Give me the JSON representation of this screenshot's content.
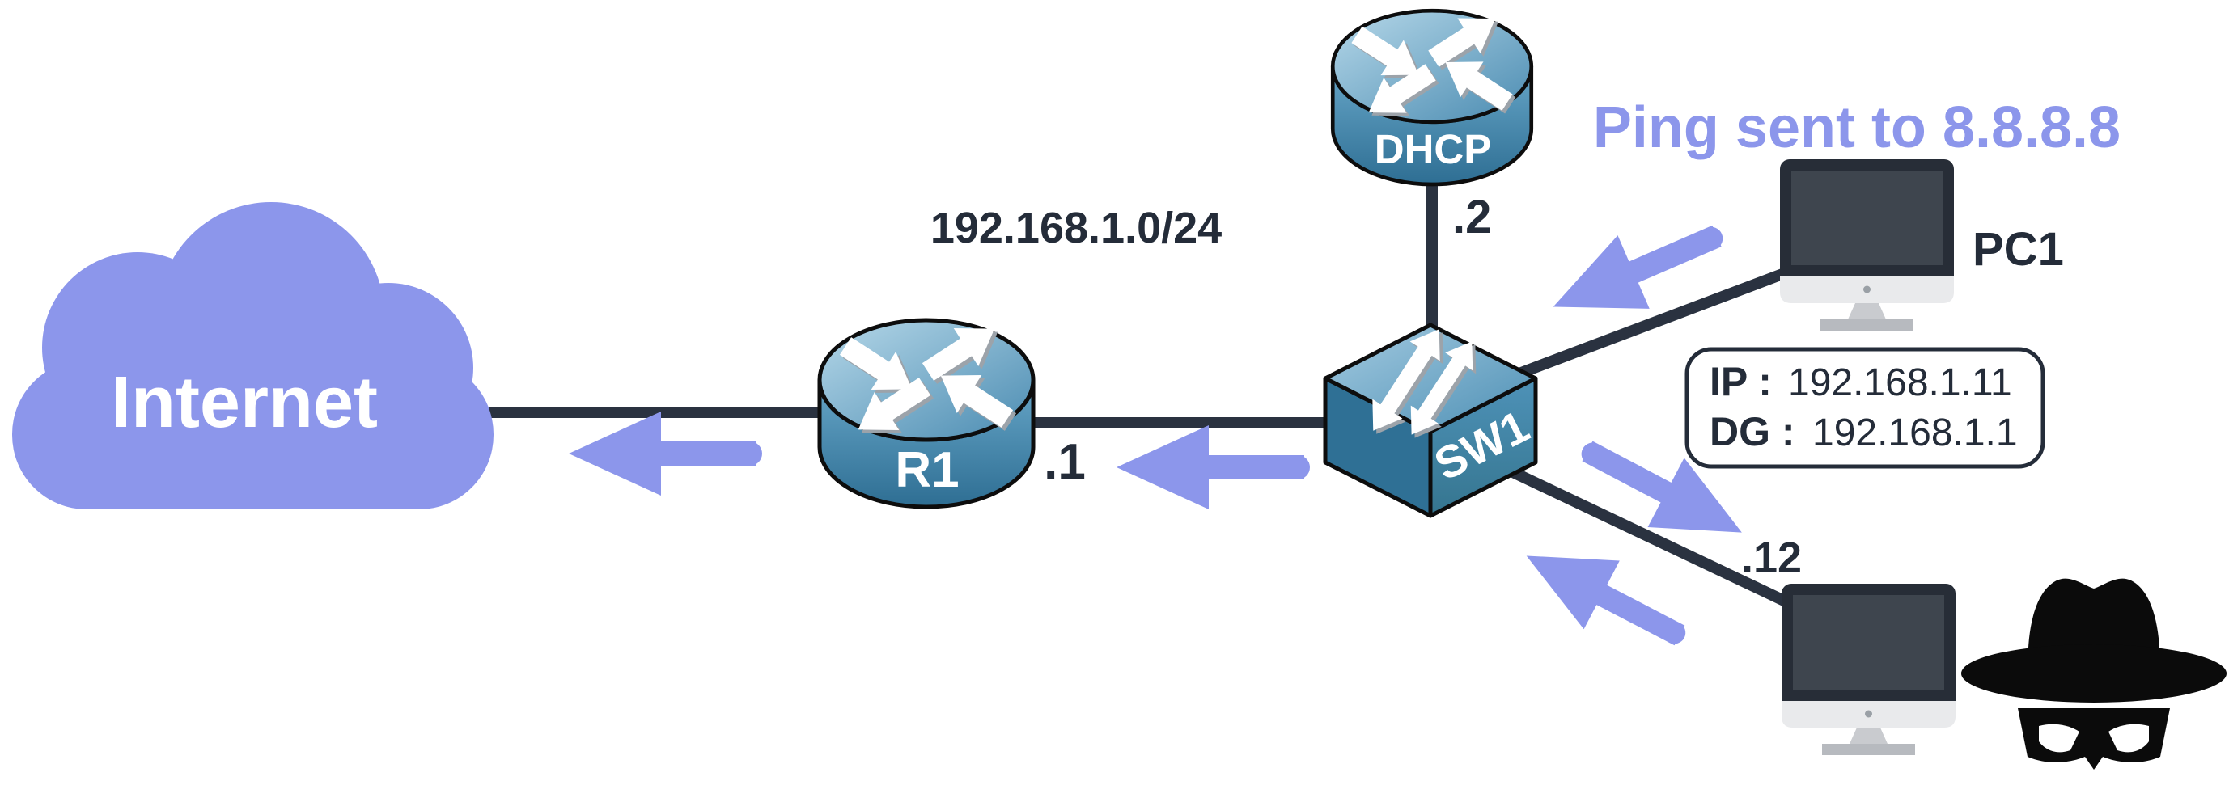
{
  "diagram": {
    "ping_annotation": "Ping sent to 8.8.8.8",
    "network_label": "192.168.1.0/24",
    "internet": {
      "label": "Internet"
    },
    "router_r1": {
      "label": "R1",
      "interface_label": ".1"
    },
    "dhcp_server": {
      "label": "DHCP",
      "interface_label": ".2"
    },
    "switch_sw1": {
      "label": "SW1"
    },
    "pc1": {
      "label": "PC1",
      "info_box": {
        "ip_label": "IP :",
        "ip_value": "192.168.1.11",
        "gateway_label": "DG :",
        "gateway_value": "192.168.1.1"
      }
    },
    "attacker_pc": {
      "interface_label": ".12"
    },
    "icons": {
      "internet": "cloud-icon",
      "router_r1": "router-icon",
      "dhcp_server": "router-icon",
      "switch_sw1": "switch-icon",
      "pc1": "imac-monitor-icon",
      "attacker_pc": "imac-monitor-icon, spy-hat-icon",
      "flow": "thick-rounded-arrow"
    },
    "colors": {
      "accent_purple": "#8C96EB",
      "link_line": "#2A3240",
      "label_text": "#242C39",
      "device_blue": "#4E92B8",
      "icon_black": "#0B0B0B",
      "background": "#FFFFFF"
    }
  }
}
